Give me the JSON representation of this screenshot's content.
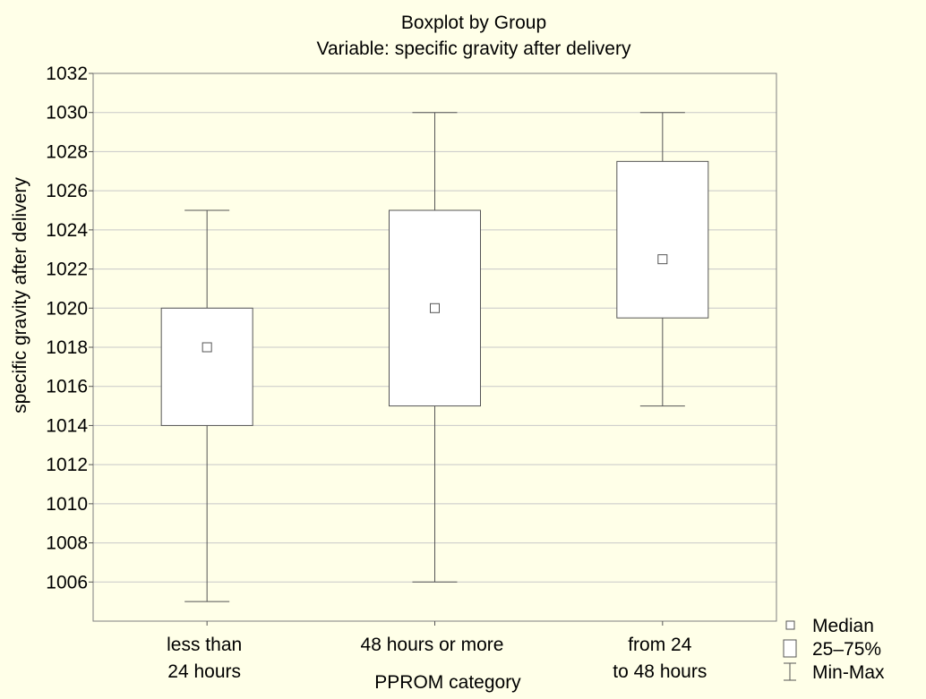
{
  "chart_data": {
    "type": "boxplot",
    "title": "Boxplot by Group",
    "subtitle": "Variable: specific gravity after delivery",
    "xlabel": "PPROM category",
    "ylabel": "specific gravity after delivery",
    "ylim": [
      1004,
      1032
    ],
    "yticks": [
      1006,
      1008,
      1010,
      1012,
      1014,
      1016,
      1018,
      1020,
      1022,
      1024,
      1026,
      1028,
      1030,
      1032
    ],
    "grid": true,
    "categories": [
      {
        "label": [
          "less than",
          "24 hours"
        ],
        "min": 1005,
        "q1": 1014,
        "median": 1018,
        "q3": 1020,
        "max": 1025
      },
      {
        "label": [
          "48 hours or more"
        ],
        "min": 1006,
        "q1": 1015,
        "median": 1020,
        "q3": 1025,
        "max": 1030
      },
      {
        "label": [
          "from 24",
          "to 48 hours"
        ],
        "min": 1015,
        "q1": 1019.5,
        "median": 1022.5,
        "q3": 1027.5,
        "max": 1030
      }
    ],
    "legend": {
      "position": "bottom-right",
      "items": [
        {
          "symbol": "median",
          "label": "Median"
        },
        {
          "symbol": "box",
          "label": "25–75%"
        },
        {
          "symbol": "whisker",
          "label": "Min-Max"
        }
      ]
    }
  }
}
